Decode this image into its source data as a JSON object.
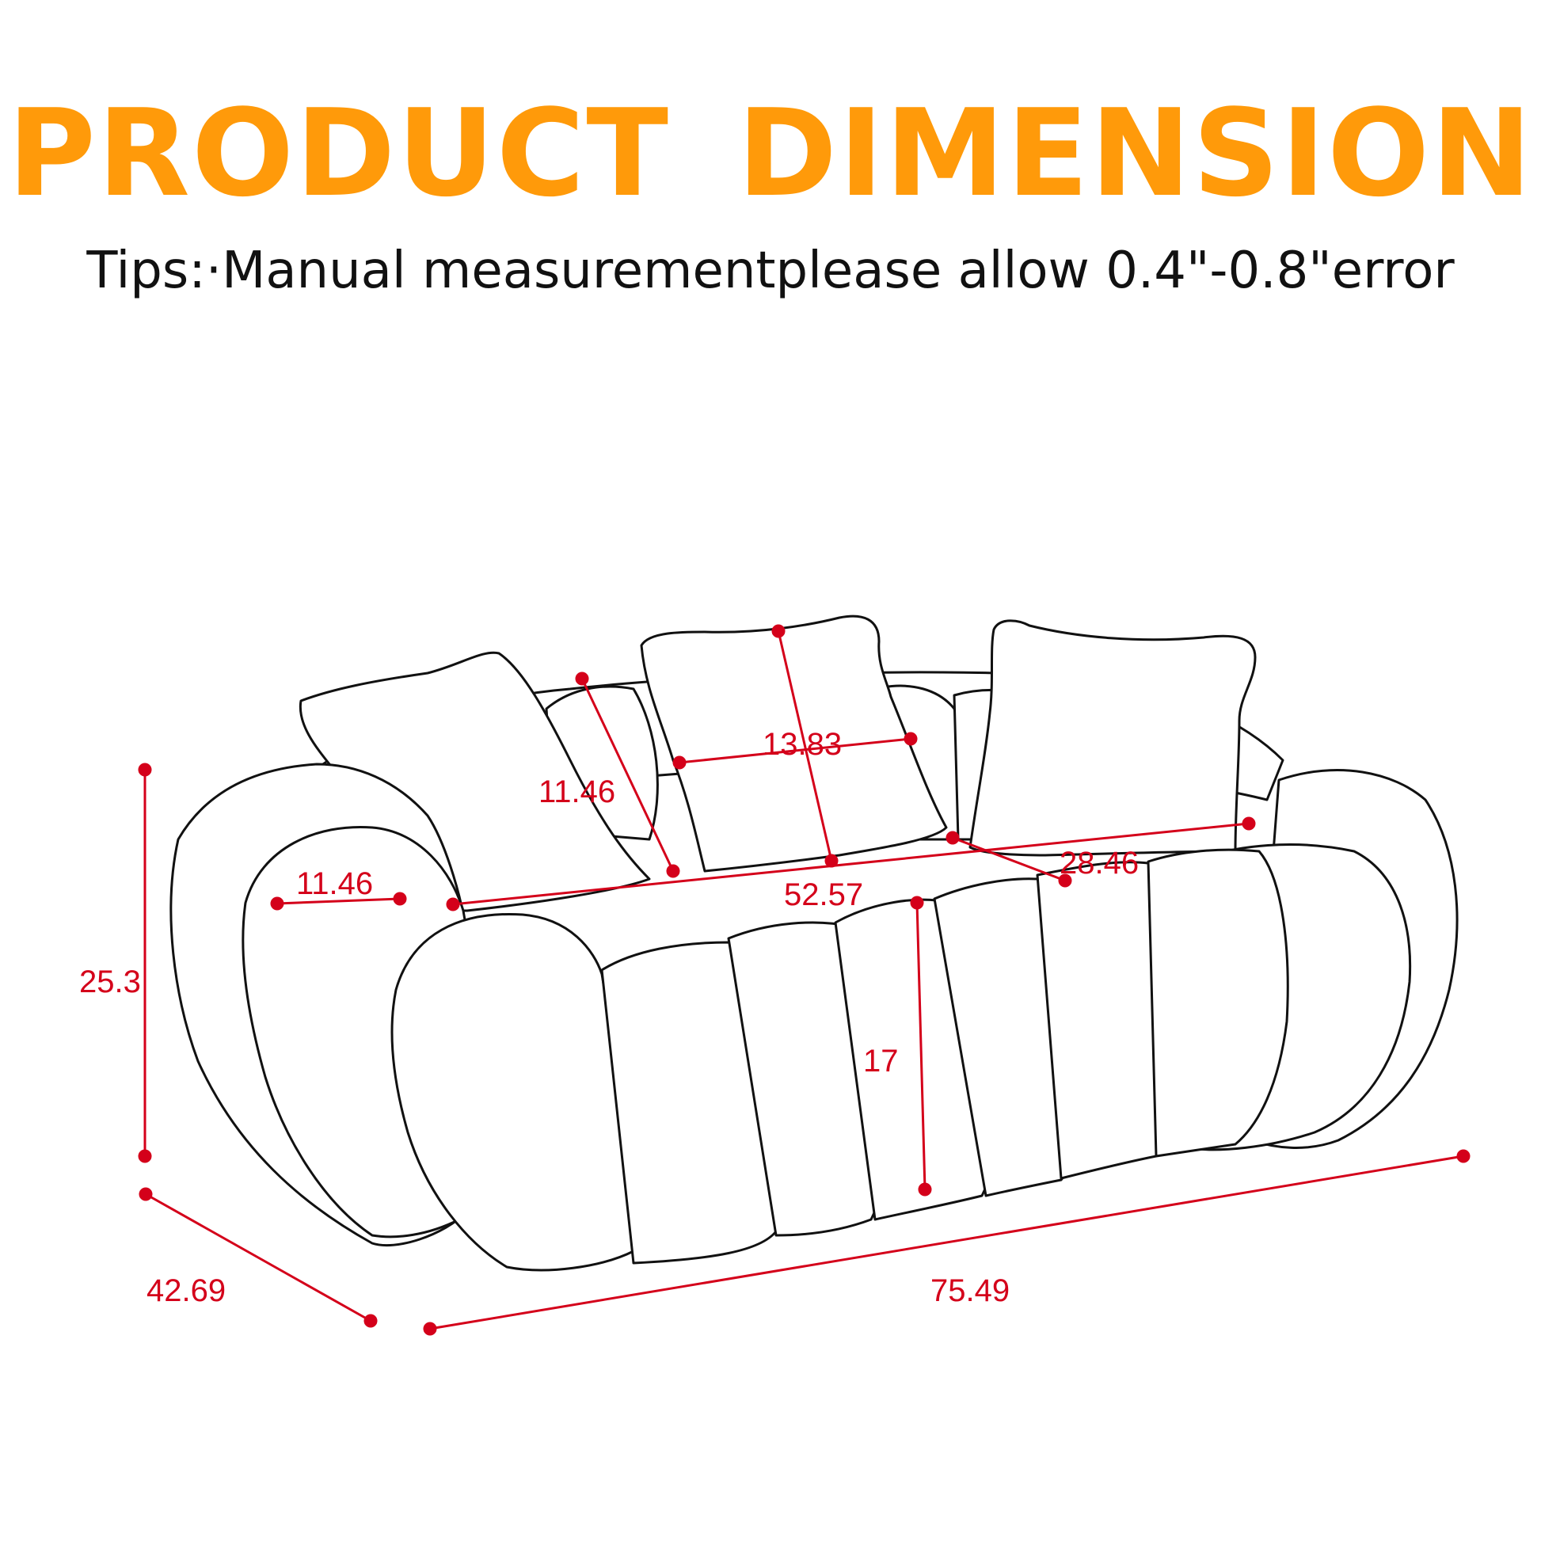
{
  "header": {
    "title": "PRODUCT  DIMENSION",
    "tips": "Tips:·Manual measurementplease allow 0.4\"-0.8\"error"
  },
  "colors": {
    "title": "#ff9a0a",
    "tips_text": "#111111",
    "dimension": "#d4001a",
    "outline": "#111111"
  },
  "dimensions": {
    "armrest_height": "25.3",
    "depth": "42.69",
    "overall_width": "75.49",
    "seat_height": "17",
    "seat_width": "52.57",
    "pillow_width": "13.83",
    "pillow_height": "11.46",
    "arm_width": "11.46",
    "seat_depth": "28.46"
  }
}
